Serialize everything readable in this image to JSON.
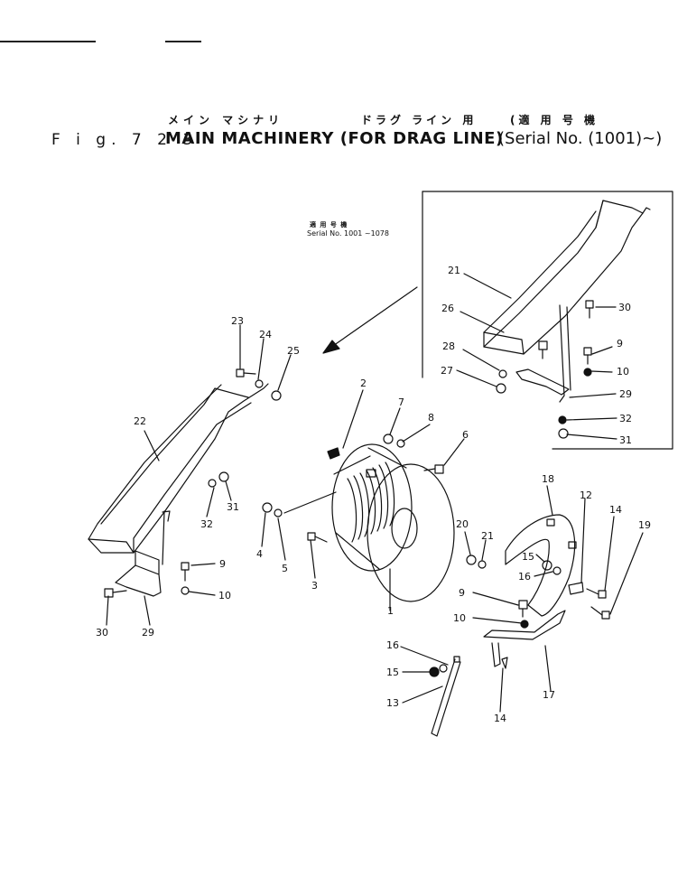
{
  "header": {
    "jp_main_machinery": "メイン マシナリ",
    "jp_drag_line": "ドラグ ライン 用",
    "jp_serial": "(適 用 号 機",
    "fig_label": "F i g. 7 2 3",
    "title": "MAIN MACHINERY (FOR DRAG LINE)",
    "serial": "(Serial No. (1001)~)"
  },
  "inset": {
    "serial_jp": "適 用 号 機",
    "serial": "Serial No. 1001 ~1078"
  },
  "callouts": {
    "c1": "1",
    "c2": "2",
    "c3": "3",
    "c4": "4",
    "c5": "5",
    "c6": "6",
    "c7": "7",
    "c8": "8",
    "c9a": "9",
    "c9b": "9",
    "c9c": "9",
    "c10a": "10",
    "c10b": "10",
    "c10c": "10",
    "c12": "12",
    "c13": "13",
    "c14a": "14",
    "c14b": "14",
    "c15a": "15",
    "c15b": "15",
    "c16a": "16",
    "c16b": "16",
    "c17": "17",
    "c18": "18",
    "c19": "19",
    "c20": "20",
    "c21a": "21",
    "c21b": "21",
    "c22": "22",
    "c23": "23",
    "c24": "24",
    "c25": "25",
    "c26": "26",
    "c27": "27",
    "c28": "28",
    "c29a": "29",
    "c29b": "29",
    "c30a": "30",
    "c30b": "30",
    "c31a": "31",
    "c31b": "31",
    "c32a": "32",
    "c32b": "32"
  }
}
